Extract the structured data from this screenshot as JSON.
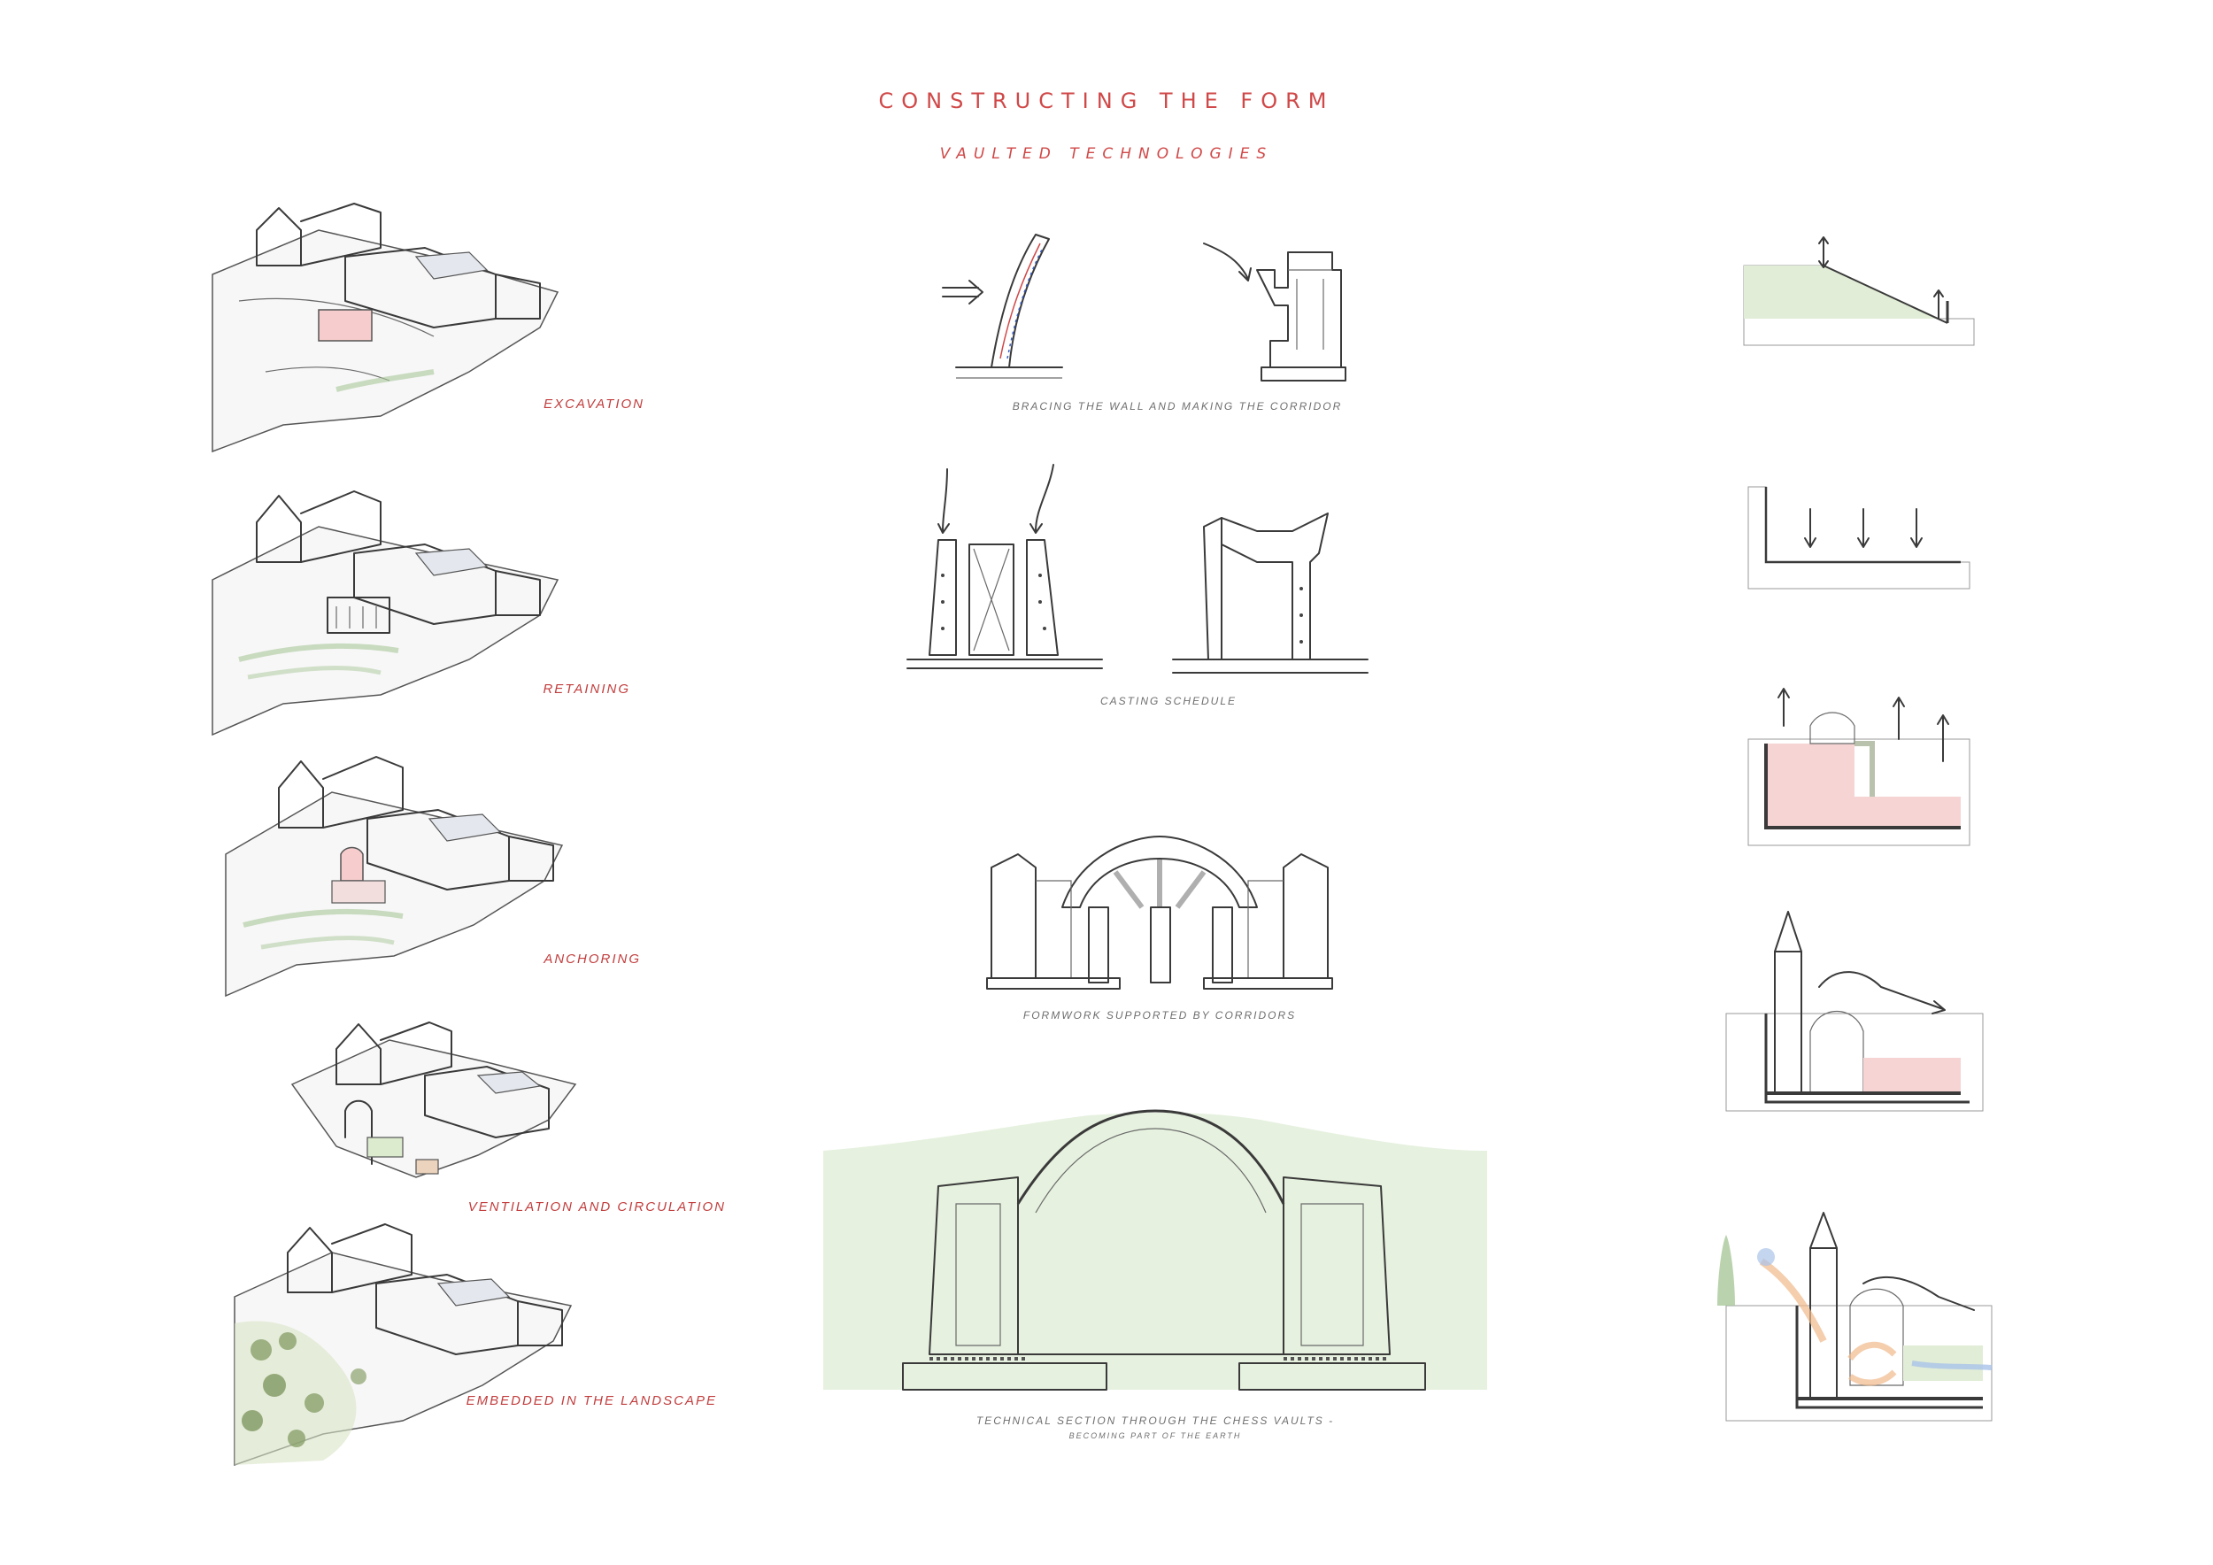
{
  "header": {
    "title": "CONSTRUCTING THE FORM",
    "subtitle": "VAULTED TECHNOLOGIES"
  },
  "stages": [
    {
      "label": "EXCAVATION"
    },
    {
      "label": "RETAINING"
    },
    {
      "label": "ANCHORING"
    },
    {
      "label": "VENTILATION AND CIRCULATION"
    },
    {
      "label": "EMBEDDED IN THE LANDSCAPE"
    }
  ],
  "center": {
    "bracing_caption": "BRACING THE WALL AND MAKING THE CORRIDOR",
    "casting_caption": "CASTING SCHEDULE",
    "formwork_caption": "FORMWORK SUPPORTED BY CORRIDORS",
    "section_caption": "TECHNICAL SECTION THROUGH THE CHESS VAULTS -",
    "section_subcaption": "BECOMING PART OF THE EARTH"
  },
  "colors": {
    "accent_red": "#d04848",
    "pink_fill": "#f7d4d4",
    "green_fill": "#dceacd",
    "tan_fill": "#ecd3bd",
    "line_dark": "#3a3a3a"
  }
}
